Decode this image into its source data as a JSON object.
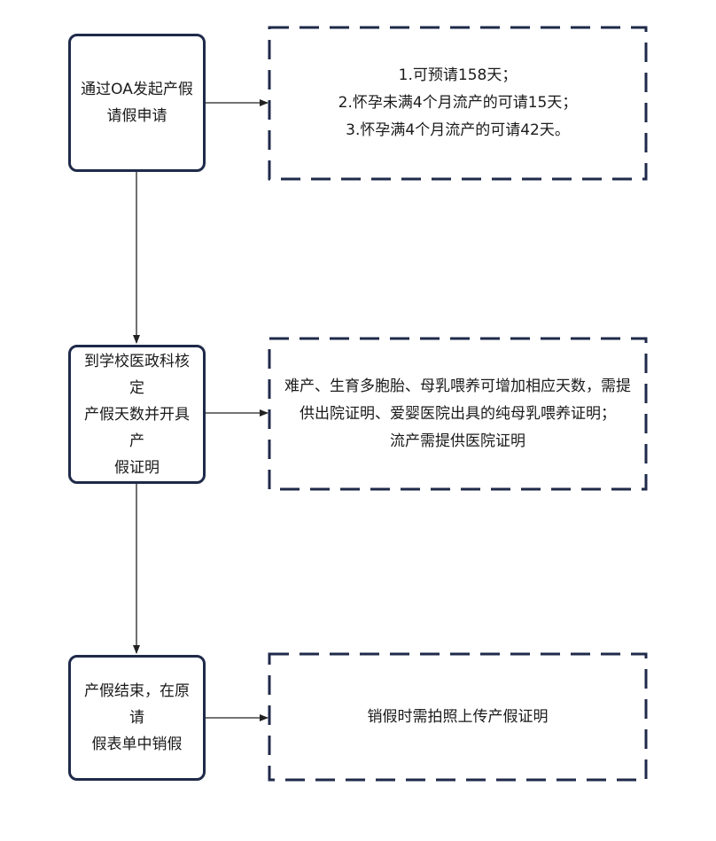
{
  "steps": [
    {
      "text": "通过OA发起产假\n请假申请"
    },
    {
      "text": "到学校医政科核定\n产假天数并开具产\n假证明"
    },
    {
      "text": "产假结束，在原请\n假表单中销假"
    }
  ],
  "notes": [
    {
      "text": "1.可预请158天；\n2.怀孕未满4个月流产的可请15天；\n3.怀孕满4个月流产的可请42天。"
    },
    {
      "text": "难产、生育多胞胎、母乳喂养可增加相应天数，需提\n供出院证明、爱婴医院出具的纯母乳喂养证明；\n流产需提供医院证明"
    },
    {
      "text": "销假时需拍照上传产假证明"
    }
  ],
  "colors": {
    "box_border": "#1f2a4a",
    "dashed_border": "#1f2a4a",
    "arrow": "#222222"
  }
}
